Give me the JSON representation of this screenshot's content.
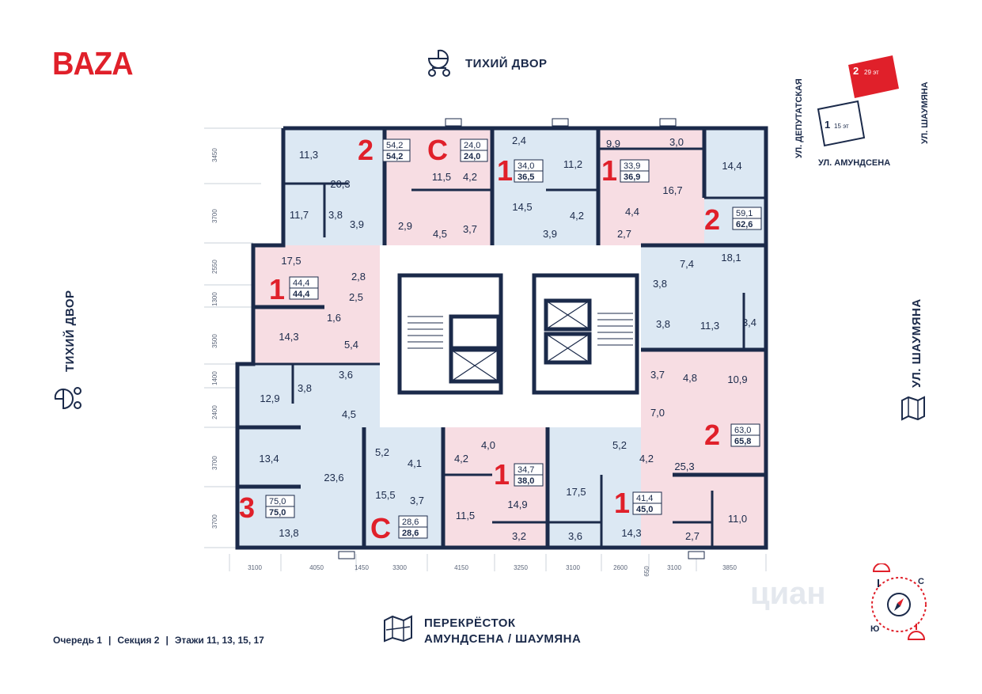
{
  "brand": "BAZA",
  "streets": {
    "top": "ТИХИЙ ДВОР",
    "left": "ТИХИЙ ДВОР",
    "right": "УЛ. ШАУМЯНА",
    "bottom_line1": "ПЕРЕКРЁСТОК",
    "bottom_line2": "АМУНДСЕНА / ШАУМЯНА"
  },
  "minimap": {
    "street_deputatskaya": "УЛ. ДЕПУТАТСКАЯ",
    "street_shaumyana": "УЛ. ШАУМЯНА",
    "street_amundsena": "УЛ. АМУНДСЕНА",
    "sec2_num": "2",
    "sec2_floors": "29 эт",
    "sec1_num": "1",
    "sec1_floors": "15 эт"
  },
  "footer": {
    "queue": "Очередь 1",
    "section": "Секция 2",
    "floors": "Этажи 11, 13, 15, 17"
  },
  "compass": {
    "north": "С",
    "south": "Ю"
  },
  "watermark": "циан",
  "dims_left": [
    "3450",
    "3700",
    "2550",
    "1300",
    "3500",
    "1400",
    "2400",
    "3700",
    "3700"
  ],
  "dims_bottom": [
    "3100",
    "4050",
    "1450",
    "3300",
    "4150",
    "3250",
    "3100",
    "2600",
    "650",
    "3100",
    "3850"
  ],
  "apartments": [
    {
      "rooms": "2",
      "area_living": "54,2",
      "area_total": "54,2"
    },
    {
      "rooms": "С",
      "area_living": "24,0",
      "area_total": "24,0"
    },
    {
      "rooms": "1",
      "area_living": "34,0",
      "area_total": "36,5"
    },
    {
      "rooms": "1",
      "area_living": "33,9",
      "area_total": "36,9"
    },
    {
      "rooms": "2",
      "area_living": "59,1",
      "area_total": "62,6"
    },
    {
      "rooms": "1",
      "area_living": "44,4",
      "area_total": "44,4"
    },
    {
      "rooms": "2",
      "area_living": "63,0",
      "area_total": "65,8"
    },
    {
      "rooms": "1",
      "area_living": "34,7",
      "area_total": "38,0"
    },
    {
      "rooms": "1",
      "area_living": "41,4",
      "area_total": "45,0"
    },
    {
      "rooms": "С",
      "area_living": "28,6",
      "area_total": "28,6"
    },
    {
      "rooms": "3",
      "area_living": "75,0",
      "area_total": "75,0"
    }
  ],
  "room_areas": [
    "11,3",
    "20,3",
    "11,7",
    "3,8",
    "3,9",
    "2,9",
    "11,5",
    "4,2",
    "4,5",
    "3,7",
    "2,4",
    "11,2",
    "14,5",
    "4,2",
    "3,9",
    "9,9",
    "3,0",
    "16,7",
    "4,4",
    "2,7",
    "14,4",
    "18,1",
    "7,4",
    "3,8",
    "3,8",
    "11,3",
    "3,4",
    "17,5",
    "2,8",
    "2,5",
    "1,6",
    "14,3",
    "5,4",
    "3,8",
    "3,6",
    "12,9",
    "4,5",
    "3,7",
    "4,8",
    "10,9",
    "7,0",
    "25,3",
    "11,0",
    "2,7",
    "13,4",
    "23,6",
    "13,8",
    "5,2",
    "4,1",
    "4,2",
    "4,0",
    "15,5",
    "3,7",
    "11,5",
    "14,9",
    "3,2",
    "17,5",
    "3,6",
    "5,2",
    "4,2",
    "14,3"
  ]
}
